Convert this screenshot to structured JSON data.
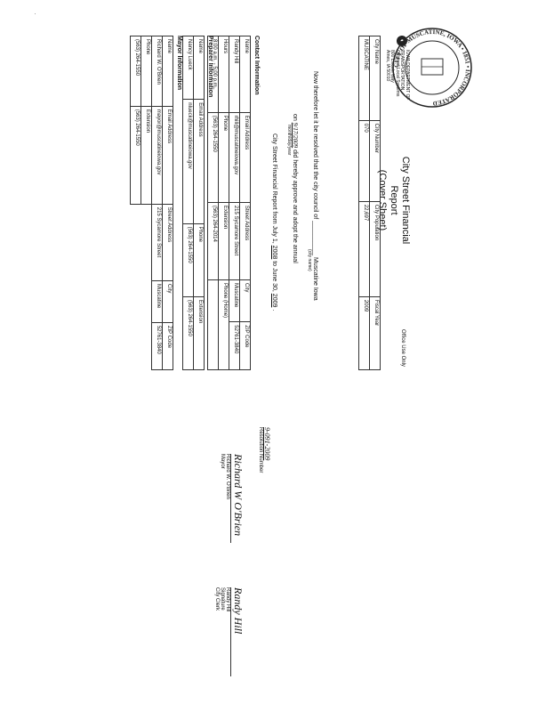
{
  "page_mark": "·",
  "header": {
    "logo_glyph": "◐",
    "dept_lines": [
      "IOWA DEPARTMENT OF TRANSPORTATION",
      "Office of Local Systems",
      "800 Lincoln Way",
      "Ames, IA 50010"
    ],
    "title_line1": "City Street Financial Report",
    "title_line2": "(Cover Sheet)",
    "office_use": "Office Use Only"
  },
  "city_table": {
    "headers": [
      "City Name",
      "City Number",
      "City Population",
      "Fiscal Year"
    ],
    "values": [
      "MUSCATINE",
      "070",
      "22,697",
      "2009"
    ]
  },
  "resolution": {
    "line1_prefix": "Now therefore let it be resolved that the city council of",
    "city_blank": "",
    "line1_suffix": "Muscatine",
    "line1_tail": "Iowa",
    "sub_city": "(city name)",
    "line2_prefix": "on",
    "date_value": "9/17/2009",
    "line2_mid": "did hereby approve and adopt the annual",
    "sub_date": "month/day/year",
    "line3_prefix": "City Street Financial Report from July 1,",
    "year1": "2008",
    "line3_mid": "to June 30,",
    "year2": "2009",
    "line3_suffix": "."
  },
  "contact": {
    "section": "Contact Information",
    "headers": [
      "Name",
      "Email Address",
      "Street Address",
      "City",
      "ZIP Code"
    ],
    "values": [
      "Randy Hill",
      "rhill@muscatineiowa.gov",
      "215 Sycamore Street",
      "Muscatine",
      "52761-3840"
    ],
    "headers2": [
      "Hours",
      "Phone",
      "Extension",
      "Phone (Home)"
    ],
    "values2": [
      "8:00 a.m. - 5:00 p.m.",
      "(563) 264-1550",
      "(563) 264-2014",
      ""
    ]
  },
  "preparer": {
    "section": "Preparer Information",
    "headers": [
      "Name",
      "Email Address",
      "Phone",
      "Extension"
    ],
    "values": [
      "Nancy Lueck",
      "nlueck@muscatineiowa.gov",
      "(563) 264-1550",
      "(563) 264-1550"
    ]
  },
  "mayor": {
    "section": "Mayor Information",
    "headers": [
      "Name",
      "Email Address",
      "Street Address",
      "City",
      "ZIP Code"
    ],
    "values": [
      "Richard W. O'Brien",
      "mayor@muscatineiowa.gov",
      "215 Sycamore Street",
      "Muscatine",
      "52761-3840"
    ],
    "headers2": [
      "Phone",
      "Extension"
    ],
    "values2": [
      "(563) 264-1550",
      "(563) 264-1550"
    ]
  },
  "adoption": {
    "label": "Resolution Number",
    "value": "9-091-2009"
  },
  "signatures": {
    "mayor_name": "Richard W. O'Brien",
    "mayor_role": "Mayor",
    "clerk_name": "Randy Hill",
    "clerk_role": "City Clerk",
    "sig_label": "Signature",
    "mayor_sig": "Richard W O'Brien",
    "clerk_sig": "Randy Hill"
  },
  "seal": {
    "text": "CITY OF MUSCATINE, IOWA • 1851 • INCORPORATED"
  }
}
